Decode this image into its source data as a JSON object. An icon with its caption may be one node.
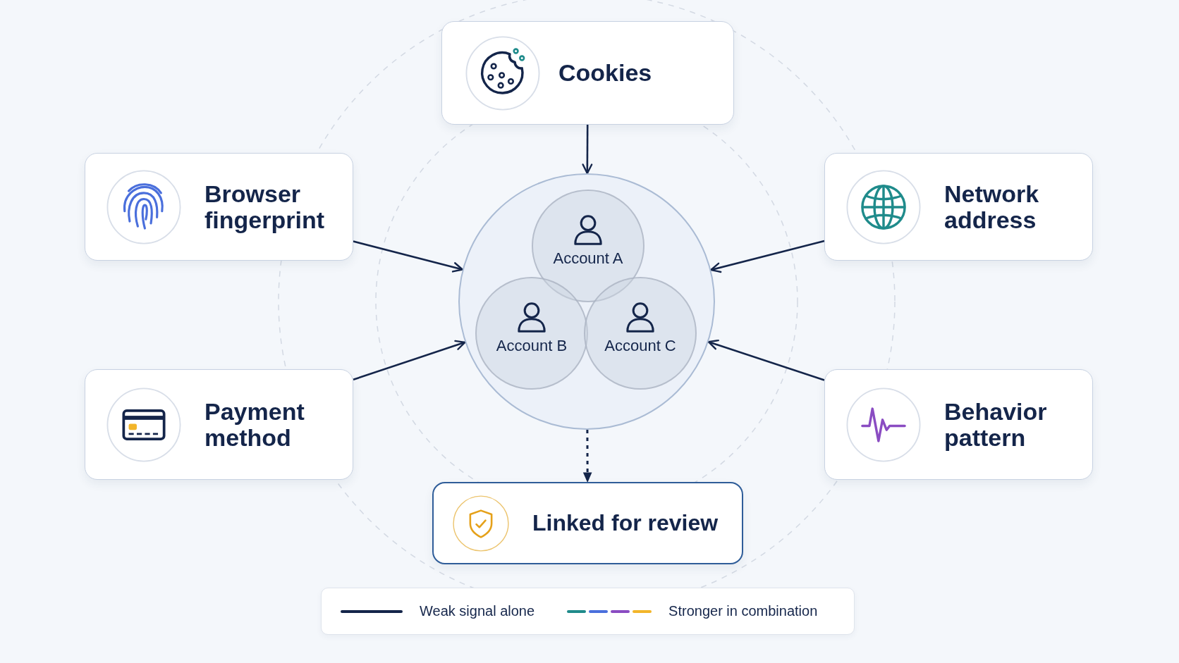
{
  "diagram": {
    "nodes": [
      {
        "text": [
          "Cookies"
        ]
      },
      {
        "text": [
          "Browser fingerprint"
        ]
      },
      {
        "text": [
          "Network address"
        ]
      },
      {
        "text": [],
        "shape": "circle"
      },
      {
        "text": [
          "Account A"
        ],
        "in": 3
      },
      {
        "text": [
          "Account B"
        ],
        "in": 3
      },
      {
        "text": [
          "Account C"
        ],
        "in": 3
      },
      {
        "text": [
          "Payment method"
        ]
      },
      {
        "text": [
          "Behavior pattern"
        ]
      },
      {
        "text": [
          "Linked for review"
        ]
      }
    ],
    "edges": [
      {
        "from": 0,
        "to": 3,
        "arrow": "to"
      },
      {
        "from": 1,
        "to": 3,
        "arrow": "to"
      },
      {
        "from": 2,
        "to": 3,
        "arrow": "to"
      },
      {
        "from": 7,
        "to": 3,
        "arrow": "to"
      },
      {
        "from": 8,
        "to": 3,
        "arrow": "to"
      },
      {
        "from": 3,
        "to": 9,
        "arrow": "to",
        "style": "dashed"
      }
    ],
    "legend": [
      {
        "text": "Weak signal alone"
      },
      {
        "text": "Stronger in combination"
      }
    ]
  }
}
